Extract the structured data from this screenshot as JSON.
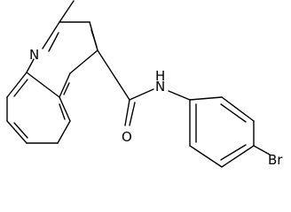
{
  "molecule": {
    "atoms": {
      "nitrogen_ring": "N",
      "amide_nh": "N",
      "amide_h": "H",
      "oxygen": "O",
      "bromine": "Br"
    },
    "colors": {
      "stroke": "#000000",
      "text": "#000000",
      "background": "#ffffff"
    }
  }
}
